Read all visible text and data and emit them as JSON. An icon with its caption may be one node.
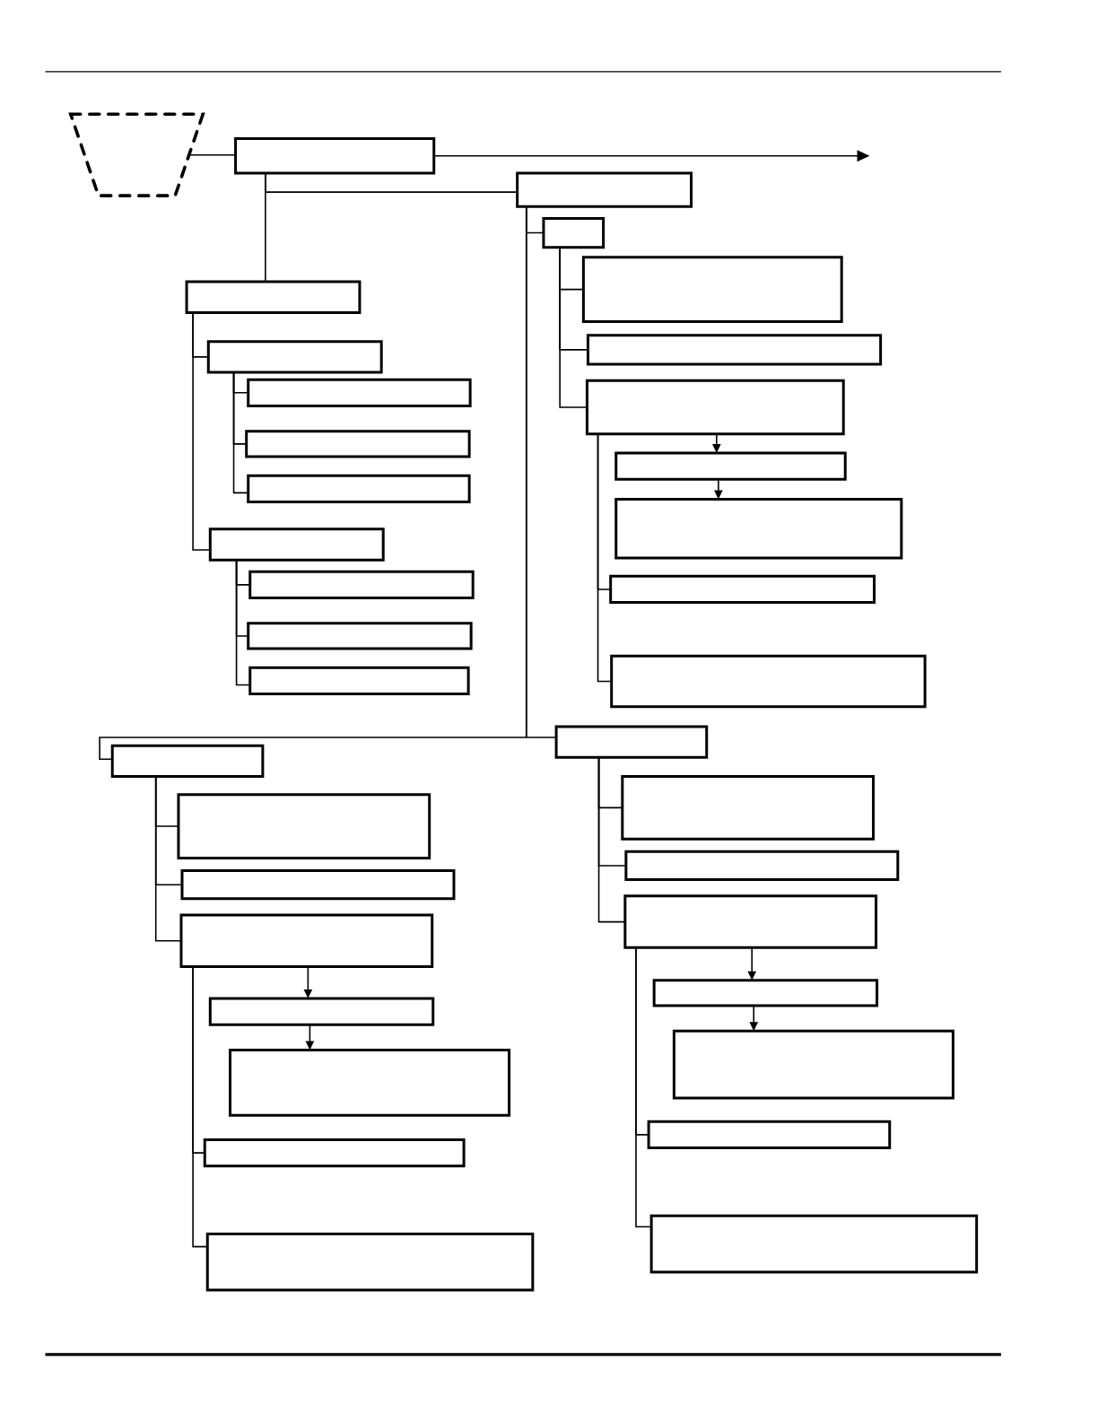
{
  "diagram": {
    "nodes": [
      {
        "text": [],
        "shape": "trapezoid"
      },
      {
        "text": [],
        "shape": "box"
      },
      {
        "text": [],
        "shape": "box"
      },
      {
        "text": [],
        "shape": "box"
      },
      {
        "text": [],
        "shape": "box"
      },
      {
        "text": [],
        "shape": "box"
      },
      {
        "text": [],
        "shape": "box"
      },
      {
        "text": [],
        "shape": "box"
      },
      {
        "text": [],
        "shape": "box"
      },
      {
        "text": [],
        "shape": "box"
      },
      {
        "text": [],
        "shape": "box"
      },
      {
        "text": [],
        "shape": "box"
      },
      {
        "text": [],
        "shape": "box"
      },
      {
        "text": [],
        "shape": "box"
      },
      {
        "text": [],
        "shape": "box"
      },
      {
        "text": [],
        "shape": "box"
      },
      {
        "text": [],
        "shape": "box"
      },
      {
        "text": [],
        "shape": "box"
      },
      {
        "text": [],
        "shape": "box"
      },
      {
        "text": [],
        "shape": "box"
      },
      {
        "text": [],
        "shape": "box"
      },
      {
        "text": [],
        "shape": "box"
      },
      {
        "text": [],
        "shape": "box"
      },
      {
        "text": [],
        "shape": "box"
      },
      {
        "text": [],
        "shape": "box"
      },
      {
        "text": [],
        "shape": "box"
      },
      {
        "text": [],
        "shape": "box"
      },
      {
        "text": [],
        "shape": "box"
      },
      {
        "text": [],
        "shape": "box"
      },
      {
        "text": [],
        "shape": "box"
      },
      {
        "text": [],
        "shape": "box"
      },
      {
        "text": [],
        "shape": "box"
      },
      {
        "text": [],
        "shape": "box"
      },
      {
        "text": [],
        "shape": "box"
      },
      {
        "text": [],
        "shape": "box"
      },
      {
        "text": [],
        "shape": "box"
      }
    ],
    "edges": [
      {
        "from": 0,
        "to": 1,
        "arrow": "none"
      },
      {
        "from": 1,
        "to": null,
        "arrow": "to"
      },
      {
        "from": 1,
        "to": 3,
        "arrow": "none"
      },
      {
        "from": 1,
        "to": 2,
        "arrow": "none"
      },
      {
        "from": 3,
        "to": 4,
        "arrow": "none"
      },
      {
        "from": 4,
        "to": 5,
        "arrow": "none"
      },
      {
        "from": 4,
        "to": 6,
        "arrow": "none"
      },
      {
        "from": 4,
        "to": 7,
        "arrow": "none"
      },
      {
        "from": 3,
        "to": 8,
        "arrow": "none"
      },
      {
        "from": 8,
        "to": 9,
        "arrow": "none"
      },
      {
        "from": 8,
        "to": 10,
        "arrow": "none"
      },
      {
        "from": 8,
        "to": 11,
        "arrow": "none"
      },
      {
        "from": 2,
        "to": 12,
        "arrow": "none"
      },
      {
        "from": 12,
        "to": 13,
        "arrow": "none"
      },
      {
        "from": 12,
        "to": 14,
        "arrow": "none"
      },
      {
        "from": 12,
        "to": 15,
        "arrow": "none"
      },
      {
        "from": 15,
        "to": 16,
        "arrow": "to"
      },
      {
        "from": 16,
        "to": 17,
        "arrow": "to"
      },
      {
        "from": 15,
        "to": 18,
        "arrow": "none"
      },
      {
        "from": 15,
        "to": 19,
        "arrow": "none"
      },
      {
        "from": 2,
        "to": 20,
        "arrow": "none"
      },
      {
        "from": 20,
        "to": 21,
        "arrow": "none"
      },
      {
        "from": 20,
        "to": 22,
        "arrow": "none"
      },
      {
        "from": 20,
        "to": 23,
        "arrow": "none"
      },
      {
        "from": 23,
        "to": 24,
        "arrow": "to"
      },
      {
        "from": 24,
        "to": 25,
        "arrow": "to"
      },
      {
        "from": 23,
        "to": 26,
        "arrow": "none"
      },
      {
        "from": 23,
        "to": 27,
        "arrow": "none"
      },
      {
        "from": 2,
        "to": 28,
        "arrow": "none"
      },
      {
        "from": 28,
        "to": 29,
        "arrow": "none"
      },
      {
        "from": 28,
        "to": 30,
        "arrow": "none"
      },
      {
        "from": 28,
        "to": 31,
        "arrow": "none"
      },
      {
        "from": 31,
        "to": 32,
        "arrow": "to"
      },
      {
        "from": 32,
        "to": 33,
        "arrow": "to"
      },
      {
        "from": 31,
        "to": 34,
        "arrow": "none"
      },
      {
        "from": 31,
        "to": 35,
        "arrow": "none"
      }
    ]
  }
}
